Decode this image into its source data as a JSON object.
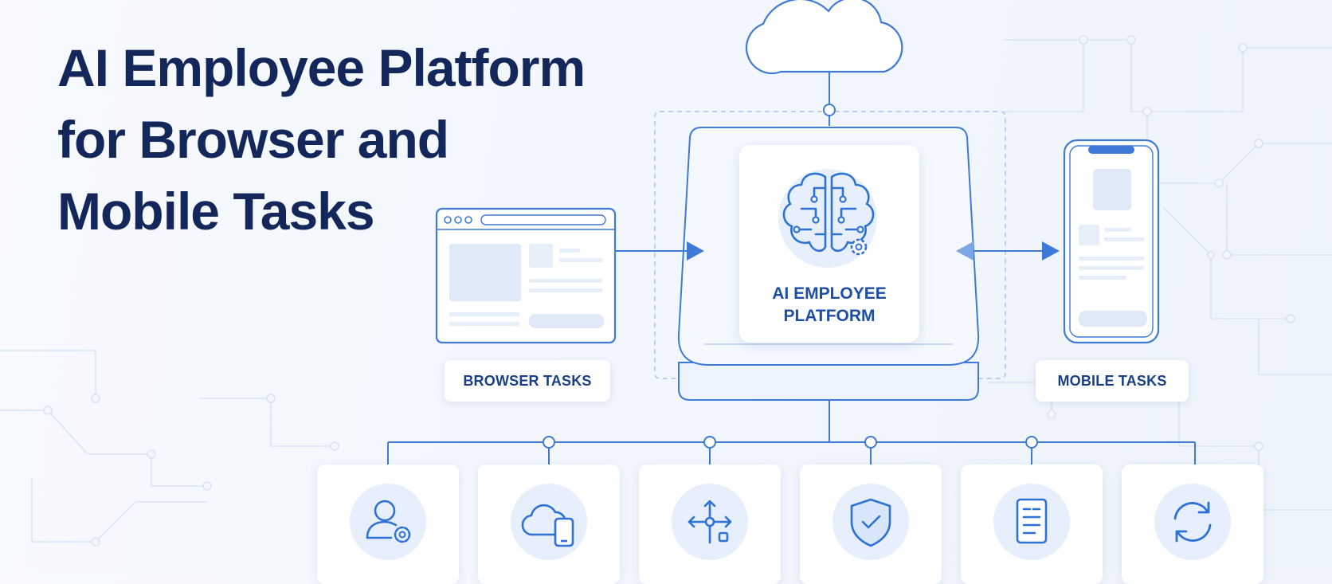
{
  "headline": {
    "line1": "AI Employee Platform",
    "line2": "for Browser and",
    "line3": "Mobile Tasks"
  },
  "center": {
    "line1": "AI EMPLOYEE",
    "line2": "PLATFORM"
  },
  "labels": {
    "browser": "BROWSER TASKS",
    "mobile": "MOBILE TASKS"
  },
  "services": [
    {
      "icon": "user-gear-icon"
    },
    {
      "icon": "cloud-mobile-icon"
    },
    {
      "icon": "workflow-arrows-icon"
    },
    {
      "icon": "security-shield-icon"
    },
    {
      "icon": "document-list-icon"
    },
    {
      "icon": "sync-icon"
    }
  ],
  "colors": {
    "navy": "#13275a",
    "blue": "#2f72d6",
    "line": "#5b8fdc",
    "icon_bg": "#e6effb"
  }
}
